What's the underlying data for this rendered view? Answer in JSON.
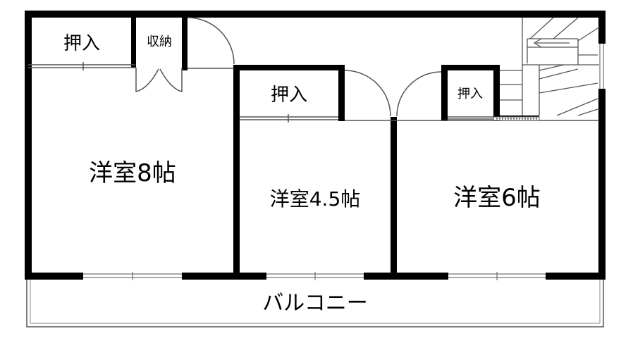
{
  "plan": {
    "rooms": [
      {
        "id": "western-room-8",
        "label": "洋室8帖"
      },
      {
        "id": "western-room-4-5",
        "label": "洋室4.5帖"
      },
      {
        "id": "western-room-6",
        "label": "洋室6帖"
      }
    ],
    "closets": [
      {
        "id": "oshiire-left",
        "label": "押入"
      },
      {
        "id": "shuno",
        "label": "収納"
      },
      {
        "id": "oshiire-center",
        "label": "押入"
      },
      {
        "id": "oshiire-right",
        "label": "押入"
      }
    ],
    "balcony": {
      "label": "バルコニー"
    }
  },
  "colors": {
    "wall": "#000000",
    "line": "#555555",
    "background": "#ffffff"
  }
}
